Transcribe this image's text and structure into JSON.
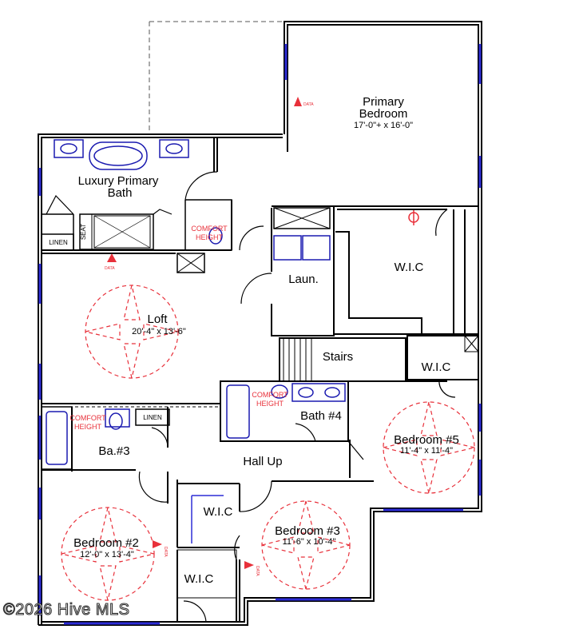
{
  "rooms": {
    "primary_bedroom": {
      "name_line1": "Primary",
      "name_line2": "Bedroom",
      "size": "17'-0\"+ x 16'-0\""
    },
    "luxury_bath": {
      "name_line1": "Luxury Primary",
      "name_line2": "Bath"
    },
    "linen_1": "LINEN",
    "seat": "SEAT",
    "comfort_height": {
      "line1": "COMFORT",
      "line2": "HEIGHT"
    },
    "comfort_height_2": {
      "line1": "COMFORT",
      "line2": "HEIGHT"
    },
    "comfort_height_3": {
      "line1": "COMFORT",
      "line2": "HEIGHT"
    },
    "laundry": "Laun.",
    "wic_primary": "W.I.C",
    "loft": {
      "name": "Loft",
      "size": "20'-4\" x 13'-6\""
    },
    "stairs": "Stairs",
    "wic_bed5": "W.I.C",
    "bath4": "Bath #4",
    "bedroom5": {
      "name": "Bedroom #5",
      "size": "11'-4\" x 11'-4\""
    },
    "linen_2": "LINEN",
    "bath3": "Ba.#3",
    "hall": "Hall Up",
    "wic_bed3": "W.I.C",
    "bedroom2": {
      "name": "Bedroom #2",
      "size": "12'-0\" x 13'-4\""
    },
    "bedroom3": {
      "name": "Bedroom #3",
      "size": "11'-6\" x 10'-4\""
    },
    "wic_bed2": "W.I.C"
  },
  "data_marker": "DATA",
  "watermark": "©2026 Hive MLS",
  "colors": {
    "wall": "#000000",
    "window": "#2d2dd6",
    "fixture": "#1a1ab0",
    "annotation": "#e8303a"
  }
}
